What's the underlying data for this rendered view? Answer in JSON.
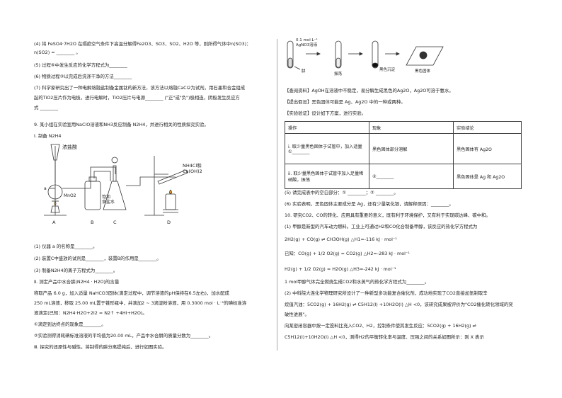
{
  "left": {
    "q4a": "(4) 将 FeSO4·7H2O 在隔绝空气条件下高温分解得Fe2O3、SO3、SO2、H2O 等，则所得气体中n(SO3)：",
    "q4b": "n(SO2) = ________ 。",
    "q5": "(5) 过程⑥中发生反应的化学方程式为________",
    "q6": "(6) 物质过程③以完成后洗涤干净的方法________",
    "q7a": "(7) 科学家研究出了一种电解熔融盐制备金属钛的新方法，该方法以熔融CaCl2为试剂，用石墨和合金组成",
    "q7b": "起的TiO2压片作为电极，进行电解时，TiO2压片与电源________ (\"正\"或\"负\")极相连，阴极发生反应方",
    "q7c": "式 ________",
    "q9": "9. 某小组在实验室用NaClO溶液和NH3反应制备 N2H4，并进行相关的性质探究实验。",
    "s1": "Ⅰ. 制备 N2H4",
    "p1": "(1) 仪器 a 的名称是________。",
    "p2": "(2) 装置C中盛放的试剂是________，装置B的作用是________。",
    "p3": "(3) 制备N2H4的离子方程式为________。",
    "s2": "Ⅱ. 测定产品中水合肼(N2H4 · H2O)的含量",
    "m1": "称取产品 6.0 g，加入适量 NaHCO3固体(滴定过程中，调节溶液的pH保持在6.5左右)，加水配成",
    "m2": "250 mL溶液，移取 25.00 mL置于锥形瓶中，并滴加2 ~ 3滴淀粉溶液，用 0.3000 mol · L⁻¹的碘标准溶",
    "m3": "液滴定(已知：N2H4·H2O+2I2 = N2↑ +4HI+H2O)。",
    "m4": "①滴定到达终点的现象是________。",
    "m5": "②实验测得消耗碘标准溶液的平均值为20.00 mL，产品中水合肼的质量分数为________。",
    "s3": "Ⅲ. 探究的还原性与碱性。将制得的肼分离提纯后，进行如图实验。",
    "fig": {
      "acid": "浓盐酸",
      "a": "a",
      "mno2": "MnO2",
      "brine": "饱和\n食盐水",
      "nh4cl": "NH4Cl和",
      "caoh": "Ca(OH)2",
      "A": "A",
      "B": "B",
      "C": "C",
      "D": "D"
    }
  },
  "right": {
    "fig": {
      "agno3a": "0.1 mol·L⁻¹",
      "agno3b": "AgNO3溶液",
      "hydrazine": "肼",
      "shake": "振荡",
      "blackppt": "黑色沉淀",
      "blacksolid": "黑色固体"
    },
    "info": "【查阅资料】AgOH在溶液中不稳定，易分解生成黑色的Ag2O，Ag2O可溶于氨水。",
    "hyp": "【提出假设】黑色固体可能是 Ag、Ag2O 中的一种或两种。",
    "verify": "【实验验证】设计如下方案，进行实验。",
    "table": {
      "headers": [
        "操作",
        "现象",
        "实验结论"
      ],
      "rows": [
        [
          "i. 取少量黑色固体于试管中，加入适量①________",
          "黑色固体部分溶解",
          "黑色固体有 Ag2O"
        ],
        [
          "ii. 取少量黑色固体于试管中加入足量稀硝酸，振荡",
          "②________",
          "黑色固体是 Ag 和 Ag2O"
        ]
      ]
    },
    "q5": "(5) 请完成表中的空白部分：① ________；② ________。",
    "q6": "(6) 实验表明，黑色固体主要成分是 Ag，还有少量氧化银，请解释原因：________。",
    "q10": "10. 研究CO2、CO的转化、应用具有重要的意义，既有利于环境保护，又有利于实现碳达峰、碳中和。",
    "q10_1": "(1) 甲醇是新型的汽车动力燃料。工业上可通过H2和CO化合制备甲醇，该反应的热化学方程式为",
    "eq1": "2H2(g) + CO(g) ⇌ CH3OH(g) △H1=-116 kJ · mol⁻¹",
    "eq2": "已知：CO(g) + 1/2 O2(g) = CO2(g) △H2=-283 kJ · mol⁻¹",
    "eq3": "H2(g) + 1/2 O2(g) = H2O(g) △H3=-242 kJ · mol⁻¹",
    "q10_a": "1 mol甲醇气体完全燃烧生成CO2和水蒸气的热化学方程式为________。",
    "q10_2": "(2) 中科院大连化学物理研究所设计了一种新型多功能复合催化剂，成功地实现了CO2直接加氢制取辛",
    "q10_3": "烷值汽油：5CO2(g) + 16H2(g) ⇌ C5H12(l) +10H2O(l) △H <0，该研究成果被评价为\"CO2催化转化领域的突",
    "q10_4": "破性进展\"。",
    "q10_5": "向某密闭容器中按一定投料比充入CO2、H2，控制条件使其发生反应：5CO2(g) + 16H2(g) ⇌",
    "q10_6": "C5H12(l)+10H2O(l) △H <0，测得H2的平衡转化率与温度、压强之间的关系如图所示：则 X 表示"
  }
}
